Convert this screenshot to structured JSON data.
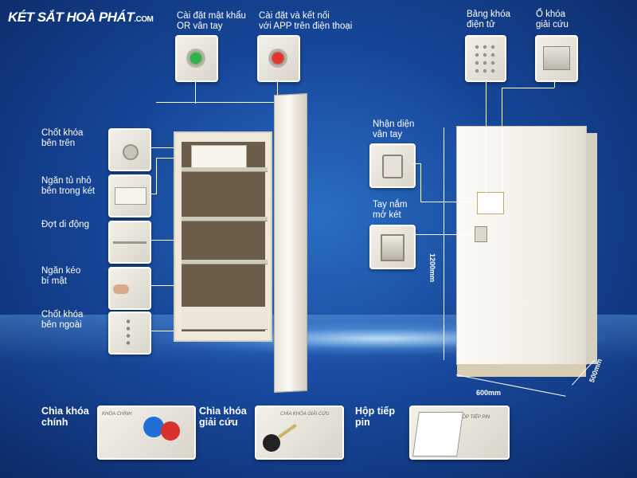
{
  "brand": {
    "name": "KÉT SẮT HOÀ PHÁT",
    "suffix": ".COM"
  },
  "top_callouts": [
    {
      "text": "Cài đặt mật khẩu\nOR vân tay"
    },
    {
      "text": "Cài đặt và kết nối\nvới APP trên điện thoại"
    },
    {
      "text": "Bảng khóa\nđiện tử"
    },
    {
      "text": "Ổ khóa\ngiải cứu"
    }
  ],
  "left_callouts": [
    {
      "text": "Chốt khóa\nbên trên"
    },
    {
      "text": "Ngăn tủ nhỏ\nbên trong két"
    },
    {
      "text": "Đợt di động"
    },
    {
      "text": "Ngăn kéo\nbí mật"
    },
    {
      "text": "Chốt khóa\nbên ngoài"
    }
  ],
  "right_callouts": [
    {
      "text": "Nhận diện\nvân tay"
    },
    {
      "text": "Tay nắm\nmở két"
    }
  ],
  "dimensions": {
    "height": "1200mm",
    "width": "600mm",
    "depth": "500mm"
  },
  "bottom_items": [
    {
      "text": "Chìa khóa\nchính",
      "thumb_label": "KHÓA CHÍNH"
    },
    {
      "text": "Chìa khóa\ngiải cứu",
      "thumb_label": "CHÌA KHÓA GIẢI CỨU"
    },
    {
      "text": "Hộp tiếp\npin",
      "thumb_label": "HỘP TIẾP PIN"
    }
  ],
  "colors": {
    "background": "#17479a",
    "safe": "#f1eee6",
    "green_button": "#2fb34a",
    "red_button": "#e5352b",
    "blue_key": "#1f6fd6",
    "red_key": "#d8322b"
  }
}
